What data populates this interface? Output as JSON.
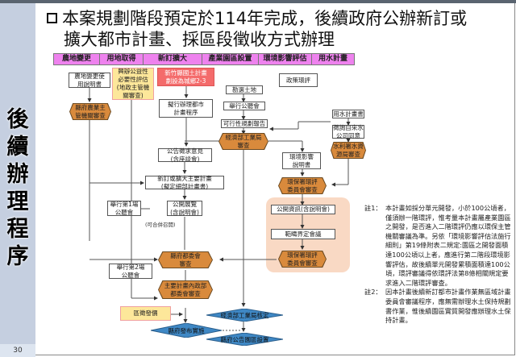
{
  "slide": {
    "page_number": "30",
    "side_title": "後\n續\n辦\n理\n程\n序",
    "heading_line1": "本案規劃階段預定於114年完成，後續政府公辦新訂或",
    "heading_line2": "擴大都市計畫、採區段徵收方式辦理"
  },
  "columns": [
    "農地變更",
    "用地取得",
    "新訂擴大",
    "產業園區設置",
    "環境影響評估",
    "用水計畫"
  ],
  "nodes": {
    "farmland_doc": "農地變更使\n用說明書",
    "county_agri_review": "縣府農業主\n管機關審查",
    "public_interest": "興辦公益性\n必要性評估\n(地政主管機\n關審查)",
    "hsinchu_plan": "新竹縣國土計畫\n劃設為城鄉2-3",
    "urban_plan_proc": "擬行辦理都市\n計畫程序",
    "survey_land": "勘選土地",
    "hearing": "舉行公聽會",
    "feasibility": "可行性規劃報告",
    "moea_review": "經濟部工業局\n審查",
    "policy_eia": "政策環評",
    "water_plan": "用水計畫書",
    "water_co_consent": "徵詢自來水\n公司同意",
    "wra_review": "水利署水資\n源局審查",
    "announce_opinion": "公告徵求意見\n(含座談會)",
    "draft_main_plan": "新訂或擴大主要計畫\n(擬定細部計畫書)",
    "first_hearing": "舉行第1場\n公聽會",
    "public_exhibit": "公開展覽\n(含說明會)",
    "may_combine": "(可合併召開)",
    "eia_statement": "環境影響\n說明書",
    "epa_review_1": "環保署環評\n委員會審查",
    "public_info": "公開資訊(含說明會)",
    "scoping_meeting": "範疇界定會議",
    "epa_review_2": "環保署環評\n委員會審查",
    "county_urban_committee": "縣府都委會\n審查",
    "second_hearing": "舉行第2場\n公聽會",
    "moi_review": "主要計畫內政部\n都委會審查",
    "zone_expropriation": "區徵發價",
    "county_publish": "縣府發布實施",
    "moea_approve": "經濟部工業局核定",
    "county_announce_park": "縣府公告園區設置"
  },
  "notes": [
    {
      "label": "註1：",
      "text": "本計畫如採分單元開發，小於100公頃者，僅須辦一階環評，惟考量本計畫屬產業園區之開發，是否進入二階環評仍應以環保主管機關審議為準。另依「環境影響評估法施行細則」第19條附表二規定:園區之開發面積達100公頃以上者，應進行第二階段環境影響評估，故後續單元開發累積面積達100公頃，環評審議得依環評法第8條相關規定要求進入二階環評審查。"
    },
    {
      "label": "註2：",
      "text": "因本計畫後續新訂都市計畫作業無區域計畫委員會審議程序，應無需辦理水土保持規劃書作業，惟後續園區實質開發應辦理水土保持計畫。"
    }
  ],
  "colors": {
    "header_cell": "#ee82ee",
    "review_hex": "#d98a3c",
    "decision_diamond": "#3f88c5",
    "highlight_yellow": "#fde79a",
    "highlight_red": "#f46b6b",
    "eia_group_bg": "#f9d9c4",
    "sidebar": "#c5cfe0"
  }
}
